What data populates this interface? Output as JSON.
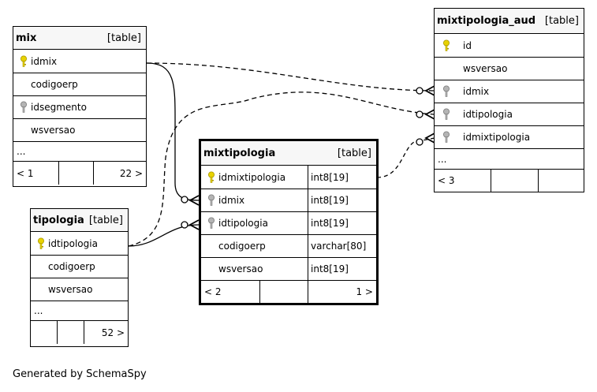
{
  "tables": {
    "mix": {
      "name": "mix",
      "type": "[table]",
      "columns": [
        {
          "name": "idmix",
          "key": "primary-key-icon"
        },
        {
          "name": "codigoerp",
          "key": ""
        },
        {
          "name": "idsegmento",
          "key": "foreign-key-icon"
        },
        {
          "name": "wsversao",
          "key": ""
        },
        {
          "name": "...",
          "key": ""
        }
      ],
      "footer": {
        "parents": "< 1",
        "children": "22 >"
      }
    },
    "tipologia": {
      "name": "tipologia",
      "type": "[table]",
      "columns": [
        {
          "name": "idtipologia",
          "key": "primary-key-icon"
        },
        {
          "name": "codigoerp",
          "key": ""
        },
        {
          "name": "wsversao",
          "key": ""
        },
        {
          "name": "...",
          "key": ""
        }
      ],
      "footer": {
        "parents": "",
        "children": "52 >"
      }
    },
    "mixtipologia": {
      "name": "mixtipologia",
      "type": "[table]",
      "columns": [
        {
          "name": "idmixtipologia",
          "key": "primary-key-icon",
          "dtype": "int8[19]"
        },
        {
          "name": "idmix",
          "key": "foreign-key-icon",
          "dtype": "int8[19]"
        },
        {
          "name": "idtipologia",
          "key": "foreign-key-icon",
          "dtype": "int8[19]"
        },
        {
          "name": "codigoerp",
          "key": "",
          "dtype": "varchar[80]"
        },
        {
          "name": "wsversao",
          "key": "",
          "dtype": "int8[19]"
        }
      ],
      "footer": {
        "parents": "< 2",
        "children": "1 >"
      }
    },
    "mixtipologia_aud": {
      "name": "mixtipologia_aud",
      "type": "[table]",
      "columns": [
        {
          "name": "id",
          "key": "primary-key-icon"
        },
        {
          "name": "wsversao",
          "key": ""
        },
        {
          "name": "idmix",
          "key": "foreign-key-icon"
        },
        {
          "name": "idtipologia",
          "key": "foreign-key-icon"
        },
        {
          "name": "idmixtipologia",
          "key": "foreign-key-icon"
        },
        {
          "name": "...",
          "key": ""
        }
      ],
      "footer": {
        "parents": "< 3",
        "children": ""
      }
    }
  },
  "caption": "Generated by SchemaSpy",
  "colors": {
    "primary_key": "#e8d200",
    "foreign_key": "#b4b4b4",
    "header_bg": "#f7f7f7"
  }
}
